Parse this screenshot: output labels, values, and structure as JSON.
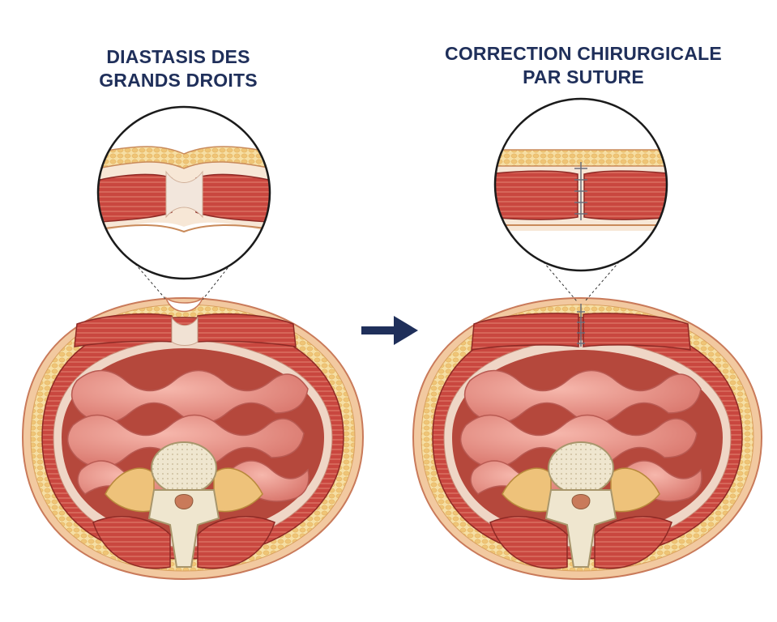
{
  "left_panel": {
    "title_lines": [
      "DIASTASIS DES",
      "GRANDS DROITS"
    ]
  },
  "right_panel": {
    "title_lines": [
      "CORRECTION CHIRURGICALE",
      "PAR SUTURE"
    ]
  },
  "colors": {
    "title": "#1f2f5a",
    "arrow": "#1f2f5a",
    "skin": "#f2c9a0",
    "fat": "#f4d48e",
    "muscle": "#c9473f",
    "muscle_light": "#e07a6a",
    "intestine": "#e98f86",
    "cavity": "#b5483c",
    "bone": "#efe6cf",
    "suture": "#6b6f7a"
  },
  "icons": {
    "arrow": "arrow-right-icon"
  }
}
